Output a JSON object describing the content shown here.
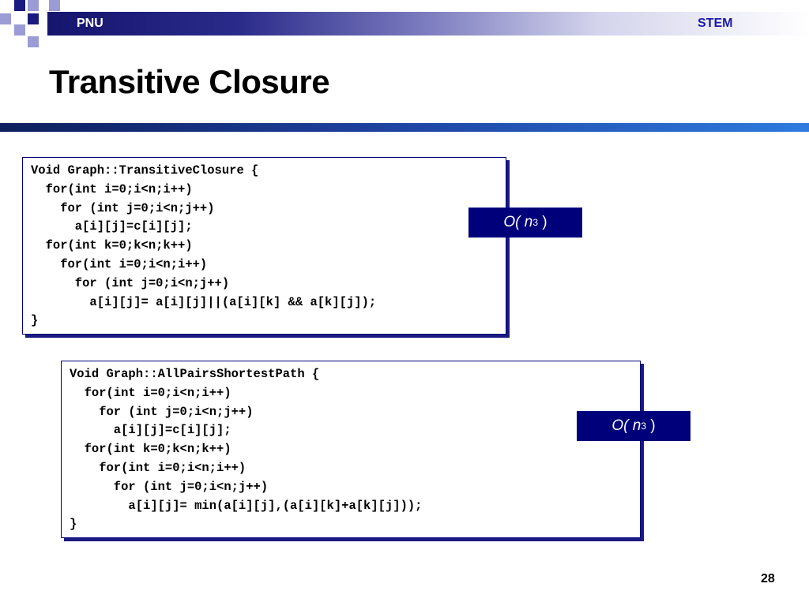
{
  "header": {
    "left_label": "PNU",
    "right_label": "STEM",
    "accent_color": "#15156e",
    "squares_color": "#9b9bd6"
  },
  "title": "Transitive Closure",
  "code_blocks": [
    {
      "code": "Void Graph::TransitiveClosure {\n  for(int i=0;i<n;i++)\n    for (int j=0;i<n;j++)\n      a[i][j]=c[i][j];\n  for(int k=0;k<n;k++)\n    for(int i=0;i<n;i++)\n      for (int j=0;i<n;j++)\n        a[i][j]= a[i][j]||(a[i][k] && a[k][j]);\n}",
      "complexity": {
        "prefix": "O(",
        "var": "n",
        "exp": "3",
        "suffix": ")"
      }
    },
    {
      "code": "Void Graph::AllPairsShortestPath {\n  for(int i=0;i<n;i++)\n    for (int j=0;i<n;j++)\n      a[i][j]=c[i][j];\n  for(int k=0;k<n;k++)\n    for(int i=0;i<n;i++)\n      for (int j=0;i<n;j++)\n        a[i][j]= min(a[i][j],(a[i][k]+a[k][j]));\n}",
      "complexity": {
        "prefix": "O(",
        "var": "n",
        "exp": "3",
        "suffix": ")"
      }
    }
  ],
  "page_number": "28"
}
